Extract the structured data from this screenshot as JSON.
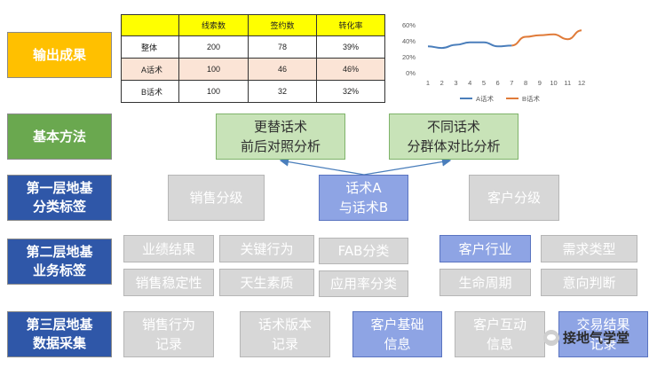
{
  "row_labels": {
    "output": "输出成果",
    "method": "基本方法",
    "layer1": [
      "第一层地基",
      "分类标签"
    ],
    "layer2": [
      "第二层地基",
      "业务标签"
    ],
    "layer3": [
      "第三层地基",
      "数据采集"
    ]
  },
  "table": {
    "headers": [
      "",
      "线索数",
      "签约数",
      "转化率"
    ],
    "rows": [
      [
        "整体",
        "200",
        "78",
        "39%"
      ],
      [
        "A话术",
        "100",
        "46",
        "46%"
      ],
      [
        "B话术",
        "100",
        "32",
        "32%"
      ]
    ]
  },
  "chart_data": {
    "type": "line",
    "x": [
      1,
      2,
      3,
      4,
      5,
      6,
      7,
      8,
      9,
      10,
      11,
      12
    ],
    "series": [
      {
        "name": "A话术",
        "color": "#4a7ebb",
        "x": [
          1,
          2,
          3,
          4,
          5,
          6,
          7
        ],
        "values": [
          0.33,
          0.31,
          0.35,
          0.38,
          0.38,
          0.33,
          0.34
        ]
      },
      {
        "name": "B话术",
        "color": "#e07b39",
        "x": [
          7,
          8,
          9,
          10,
          11,
          12
        ],
        "values": [
          0.34,
          0.45,
          0.47,
          0.48,
          0.42,
          0.53
        ]
      }
    ],
    "ylim": [
      0,
      0.6
    ],
    "yticks": [
      "0%",
      "20%",
      "40%",
      "60%"
    ],
    "legend": "bottom"
  },
  "methods": [
    [
      "更替话术",
      "前后对照分析"
    ],
    [
      "不同话术",
      "分群体对比分析"
    ]
  ],
  "layer1": [
    {
      "label": "销售分级",
      "style": "gray"
    },
    {
      "label": "话术A\n与话术B",
      "style": "blue"
    },
    {
      "label": "客户分级",
      "style": "gray"
    }
  ],
  "layer2": [
    {
      "label": "业绩结果",
      "style": "gray"
    },
    {
      "label": "关键行为",
      "style": "gray"
    },
    {
      "label": "FAB分类",
      "style": "gray"
    },
    {
      "label": "客户行业",
      "style": "blue"
    },
    {
      "label": "需求类型",
      "style": "gray"
    },
    {
      "label": "销售稳定性",
      "style": "gray"
    },
    {
      "label": "天生素质",
      "style": "gray"
    },
    {
      "label": "应用率分类",
      "style": "gray"
    },
    {
      "label": "生命周期",
      "style": "gray"
    },
    {
      "label": "意向判断",
      "style": "gray"
    }
  ],
  "layer3": [
    {
      "label": "销售行为\n记录",
      "style": "gray"
    },
    {
      "label": "话术版本\n记录",
      "style": "gray"
    },
    {
      "label": "客户基础\n信息",
      "style": "blue"
    },
    {
      "label": "客户互动\n信息",
      "style": "gray"
    },
    {
      "label": "交易结果\n记录",
      "style": "blue"
    }
  ],
  "watermark": "接地气学堂",
  "colors": {
    "arrow": "#4a7ebb"
  }
}
